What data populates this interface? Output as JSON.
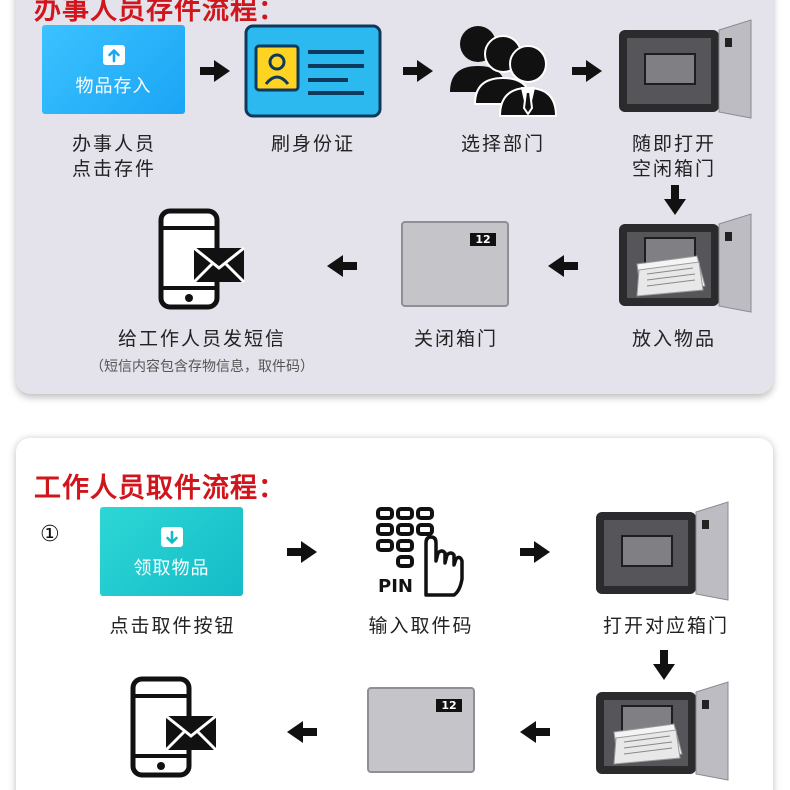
{
  "section1": {
    "title": "办事人员存件流程：",
    "button_label": "物品存入",
    "steps": [
      {
        "label": "办事人员\n点击存件"
      },
      {
        "label": "刷身份证"
      },
      {
        "label": "选择部门"
      },
      {
        "label": "随即打开\n空闲箱门"
      },
      {
        "label": "放入物品"
      },
      {
        "label": "关闭箱门"
      },
      {
        "label": "给工作人员发短信",
        "note": "（短信内容包含存物信息，取件码）"
      }
    ],
    "box_number": "12"
  },
  "section2": {
    "title": "工作人员取件流程：",
    "step_marker": "①",
    "button_label": "领取物品",
    "steps": [
      {
        "label": "点击取件按钮"
      },
      {
        "label": "输入取件码"
      },
      {
        "label": "打开对应箱门"
      }
    ],
    "pin_text": "PIN",
    "box_number": "12"
  },
  "colors": {
    "title_red": "#d0161c",
    "blue_button": "#1aa5f5",
    "teal_button": "#13bcc8",
    "panel_gray": "#e4e3ec"
  },
  "icons": [
    "upload-box-icon",
    "id-card-icon",
    "people-icon",
    "open-locker-icon",
    "locker-with-items-icon",
    "closed-locker-icon",
    "phone-message-icon",
    "download-box-icon",
    "pin-keypad-icon",
    "arrow-right-icon",
    "arrow-left-icon",
    "arrow-down-icon"
  ]
}
